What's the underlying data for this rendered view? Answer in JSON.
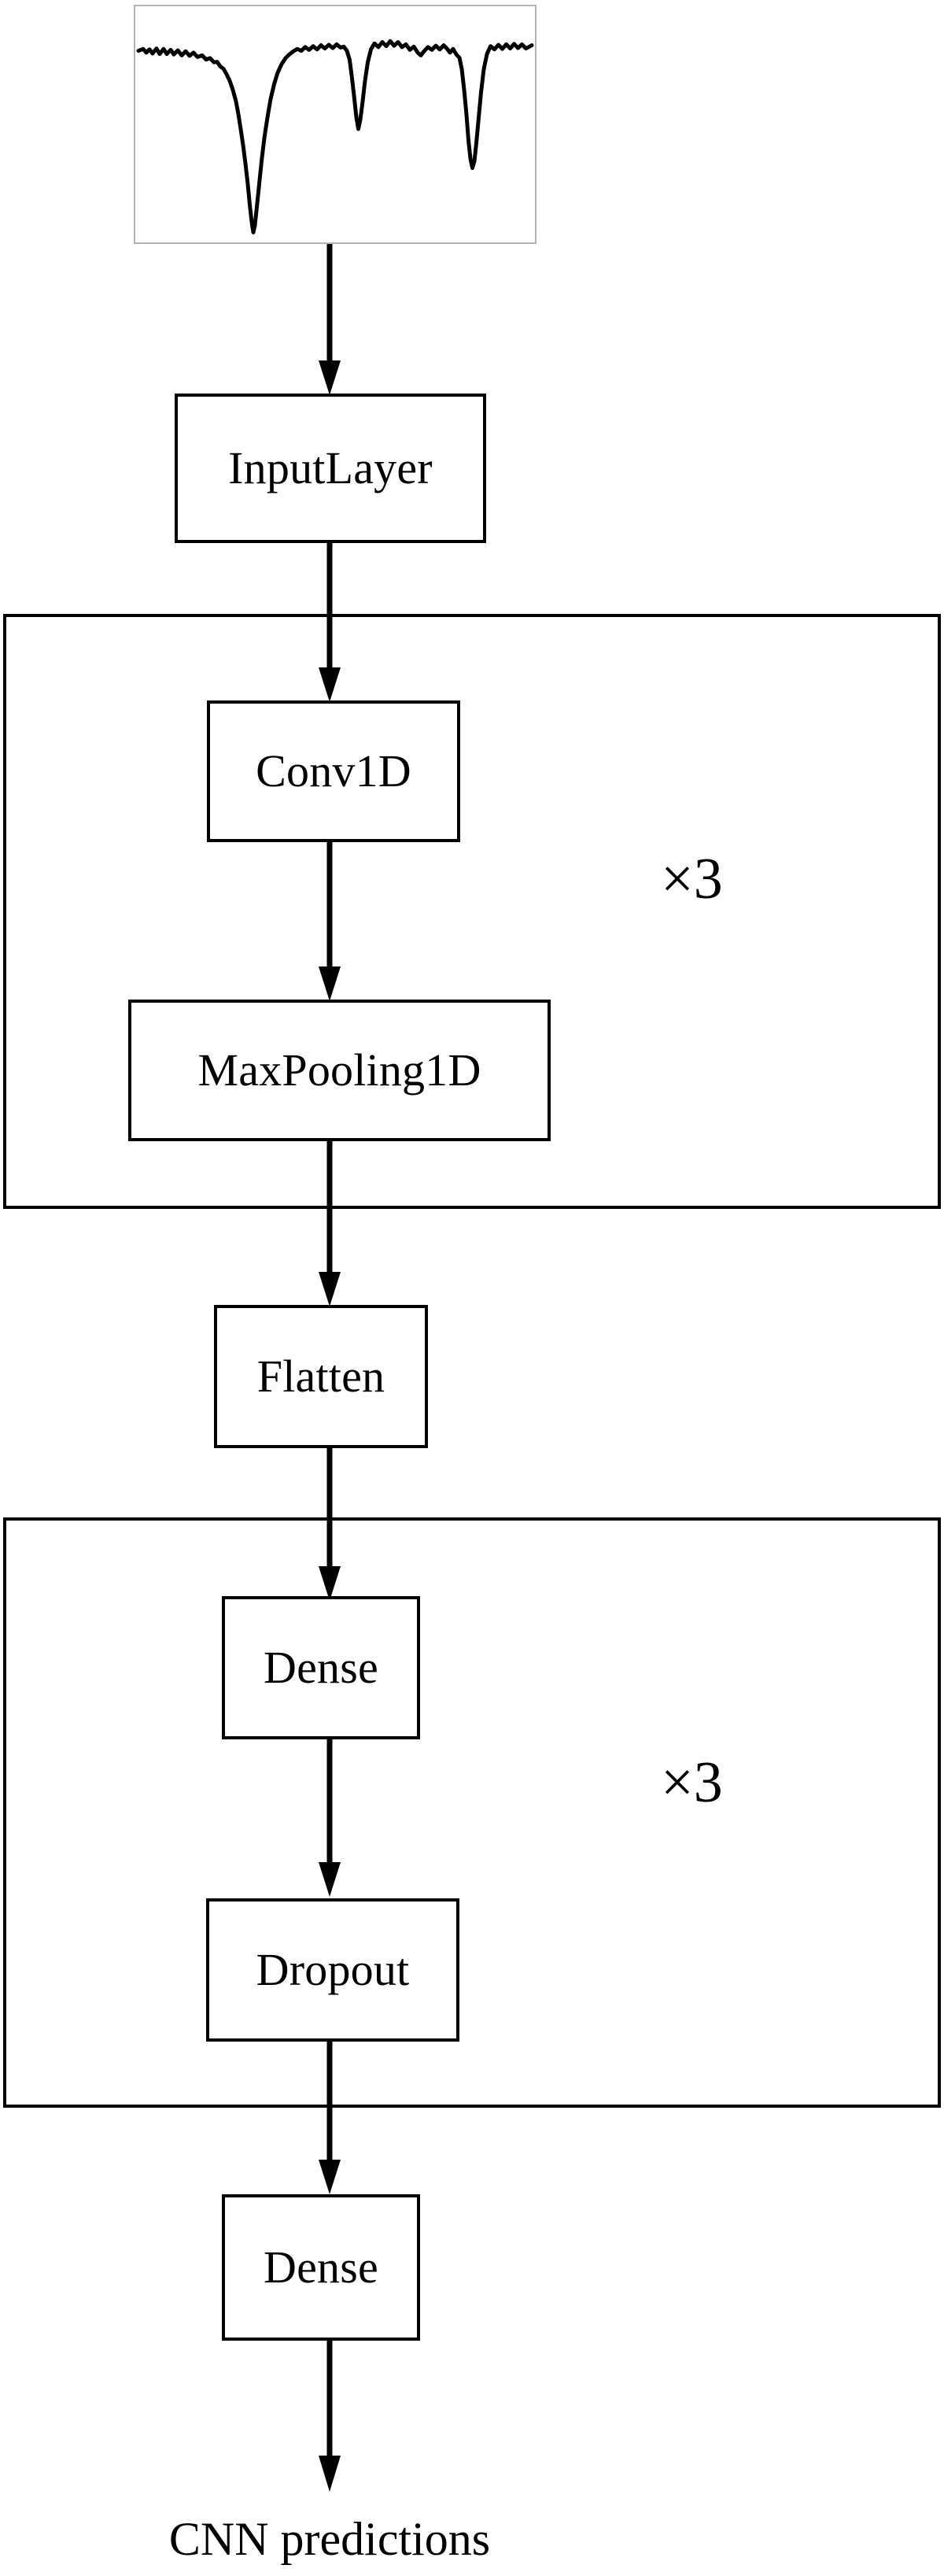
{
  "figure": {
    "type": "flowchart",
    "title": "",
    "orientation": "top-to-bottom",
    "background_color": "#ffffff",
    "line_color": "#000000",
    "panel_border_color": "#b3b3b3"
  },
  "input_thumbnail": {
    "name": "stellar-spectrum-thumbnail",
    "description_text": "",
    "chart": {
      "type": "line",
      "title": "",
      "xlabel": "",
      "ylabel": "",
      "grid": false,
      "legend": null,
      "xlim": [
        0,
        1
      ],
      "ylim": [
        0,
        1
      ],
      "series": [
        {
          "name": "spectrum",
          "color": "#000000",
          "points": [
            [
              0.0,
              0.82
            ],
            [
              0.012,
              0.828
            ],
            [
              0.02,
              0.812
            ],
            [
              0.028,
              0.826
            ],
            [
              0.036,
              0.808
            ],
            [
              0.046,
              0.83
            ],
            [
              0.054,
              0.806
            ],
            [
              0.064,
              0.828
            ],
            [
              0.072,
              0.806
            ],
            [
              0.082,
              0.824
            ],
            [
              0.09,
              0.804
            ],
            [
              0.1,
              0.822
            ],
            [
              0.11,
              0.8
            ],
            [
              0.12,
              0.818
            ],
            [
              0.13,
              0.798
            ],
            [
              0.14,
              0.812
            ],
            [
              0.15,
              0.793
            ],
            [
              0.162,
              0.8
            ],
            [
              0.172,
              0.782
            ],
            [
              0.182,
              0.788
            ],
            [
              0.192,
              0.77
            ],
            [
              0.2,
              0.772
            ],
            [
              0.208,
              0.752
            ],
            [
              0.216,
              0.742
            ],
            [
              0.224,
              0.718
            ],
            [
              0.232,
              0.69
            ],
            [
              0.24,
              0.65
            ],
            [
              0.248,
              0.6
            ],
            [
              0.254,
              0.545
            ],
            [
              0.26,
              0.48
            ],
            [
              0.266,
              0.41
            ],
            [
              0.272,
              0.33
            ],
            [
              0.278,
              0.24
            ],
            [
              0.283,
              0.15
            ],
            [
              0.288,
              0.075
            ],
            [
              0.292,
              0.03
            ],
            [
              0.296,
              0.06
            ],
            [
              0.301,
              0.14
            ],
            [
              0.307,
              0.24
            ],
            [
              0.313,
              0.34
            ],
            [
              0.32,
              0.44
            ],
            [
              0.328,
              0.53
            ],
            [
              0.336,
              0.61
            ],
            [
              0.345,
              0.675
            ],
            [
              0.354,
              0.725
            ],
            [
              0.364,
              0.762
            ],
            [
              0.374,
              0.788
            ],
            [
              0.384,
              0.805
            ],
            [
              0.394,
              0.818
            ],
            [
              0.404,
              0.828
            ],
            [
              0.414,
              0.82
            ],
            [
              0.424,
              0.836
            ],
            [
              0.434,
              0.824
            ],
            [
              0.444,
              0.84
            ],
            [
              0.454,
              0.826
            ],
            [
              0.464,
              0.844
            ],
            [
              0.474,
              0.83
            ],
            [
              0.484,
              0.846
            ],
            [
              0.494,
              0.832
            ],
            [
              0.504,
              0.848
            ],
            [
              0.514,
              0.834
            ],
            [
              0.522,
              0.838
            ],
            [
              0.53,
              0.82
            ],
            [
              0.537,
              0.78
            ],
            [
              0.543,
              0.7
            ],
            [
              0.549,
              0.61
            ],
            [
              0.554,
              0.53
            ],
            [
              0.559,
              0.48
            ],
            [
              0.564,
              0.52
            ],
            [
              0.57,
              0.6
            ],
            [
              0.576,
              0.69
            ],
            [
              0.583,
              0.77
            ],
            [
              0.591,
              0.826
            ],
            [
              0.6,
              0.852
            ],
            [
              0.61,
              0.836
            ],
            [
              0.62,
              0.858
            ],
            [
              0.63,
              0.84
            ],
            [
              0.64,
              0.862
            ],
            [
              0.65,
              0.842
            ],
            [
              0.66,
              0.858
            ],
            [
              0.67,
              0.836
            ],
            [
              0.68,
              0.848
            ],
            [
              0.69,
              0.824
            ],
            [
              0.7,
              0.838
            ],
            [
              0.71,
              0.812
            ],
            [
              0.718,
              0.8
            ],
            [
              0.726,
              0.818
            ],
            [
              0.736,
              0.836
            ],
            [
              0.746,
              0.824
            ],
            [
              0.756,
              0.842
            ],
            [
              0.766,
              0.826
            ],
            [
              0.776,
              0.844
            ],
            [
              0.784,
              0.83
            ],
            [
              0.792,
              0.812
            ],
            [
              0.8,
              0.828
            ],
            [
              0.808,
              0.804
            ],
            [
              0.816,
              0.79
            ],
            [
              0.822,
              0.74
            ],
            [
              0.828,
              0.65
            ],
            [
              0.834,
              0.54
            ],
            [
              0.839,
              0.43
            ],
            [
              0.844,
              0.35
            ],
            [
              0.849,
              0.31
            ],
            [
              0.854,
              0.34
            ],
            [
              0.859,
              0.42
            ],
            [
              0.865,
              0.53
            ],
            [
              0.871,
              0.64
            ],
            [
              0.878,
              0.74
            ],
            [
              0.886,
              0.806
            ],
            [
              0.895,
              0.84
            ],
            [
              0.905,
              0.826
            ],
            [
              0.915,
              0.846
            ],
            [
              0.925,
              0.828
            ],
            [
              0.935,
              0.848
            ],
            [
              0.945,
              0.83
            ],
            [
              0.955,
              0.85
            ],
            [
              0.965,
              0.832
            ],
            [
              0.975,
              0.848
            ],
            [
              0.985,
              0.83
            ],
            [
              1.0,
              0.844
            ]
          ]
        }
      ]
    }
  },
  "nodes": [
    {
      "id": "input_layer",
      "label": "InputLayer"
    },
    {
      "id": "conv1d",
      "label": "Conv1D"
    },
    {
      "id": "maxpooling1d",
      "label": "MaxPooling1D"
    },
    {
      "id": "flatten",
      "label": "Flatten"
    },
    {
      "id": "dense_hidden",
      "label": "Dense"
    },
    {
      "id": "dropout",
      "label": "Dropout"
    },
    {
      "id": "dense_output",
      "label": "Dense"
    }
  ],
  "groups": [
    {
      "id": "conv_block",
      "multiplier": "×3",
      "contains": [
        "conv1d",
        "maxpooling1d"
      ]
    },
    {
      "id": "dense_block",
      "multiplier": "×3",
      "contains": [
        "dense_hidden",
        "dropout"
      ]
    }
  ],
  "output": {
    "caption": "CNN predictions"
  }
}
